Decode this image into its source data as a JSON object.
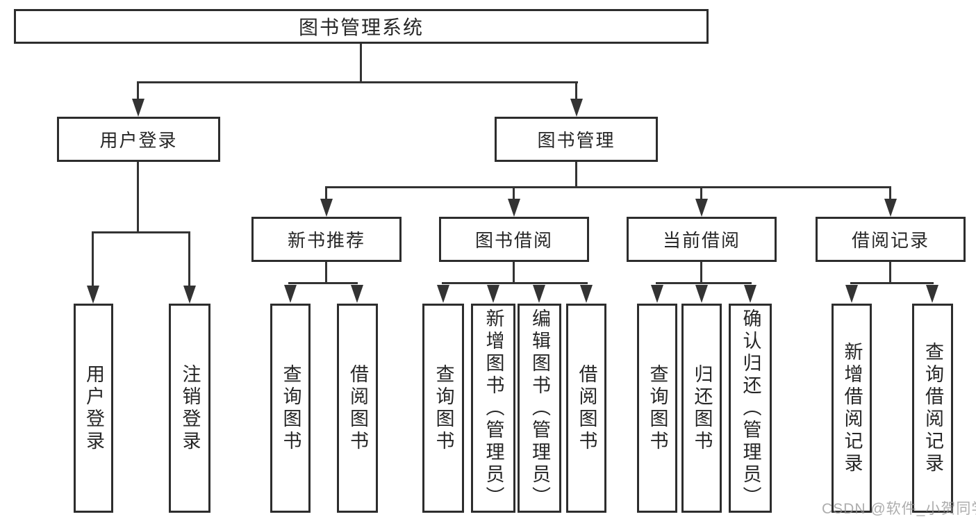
{
  "diagram": {
    "type": "hierarchy-tree",
    "title": "图书管理系统"
  },
  "nodes": {
    "root": {
      "label": "图书管理系统"
    },
    "user_login": {
      "label": "用户登录"
    },
    "book_management": {
      "label": "图书管理"
    },
    "new_book_recommend": {
      "label": "新书推荐"
    },
    "book_borrowing": {
      "label": "图书借阅"
    },
    "current_borrowing": {
      "label": "当前借阅"
    },
    "borrowing_records": {
      "label": "借阅记录"
    },
    "login_leaf": {
      "label": "用户登录"
    },
    "logout_leaf": {
      "label": "注销登录"
    },
    "recommend_query_book": {
      "label": "查询图书"
    },
    "recommend_borrow_book": {
      "label": "借阅图书"
    },
    "borrowing_query_book": {
      "label": "查询图书"
    },
    "borrowing_add_book": {
      "label": "新增图书（管理员）"
    },
    "borrowing_edit_book": {
      "label": "编辑图书（管理员）"
    },
    "borrowing_borrow_book": {
      "label": "借阅图书"
    },
    "current_query_book": {
      "label": "查询图书"
    },
    "current_return_book": {
      "label": "归还图书"
    },
    "current_confirm_return": {
      "label": "确认归还（管理员）"
    },
    "records_add_record": {
      "label": "新增借阅记录"
    },
    "records_query_record": {
      "label": "查询借阅记录"
    }
  },
  "hierarchy": {
    "图书管理系统": {
      "用户登录": [
        "用户登录",
        "注销登录"
      ],
      "图书管理": {
        "新书推荐": [
          "查询图书",
          "借阅图书"
        ],
        "图书借阅": [
          "查询图书",
          "新增图书（管理员）",
          "编辑图书（管理员）",
          "借阅图书"
        ],
        "当前借阅": [
          "查询图书",
          "归还图书",
          "确认归还（管理员）"
        ],
        "借阅记录": [
          "新增借阅记录",
          "查询借阅记录"
        ]
      }
    }
  },
  "watermark": {
    "text": "CSDN @软件_小贺同学"
  },
  "colors": {
    "background": "#ffffff",
    "box_border": "#2d2d2d",
    "connector_line": "#333333",
    "text": "#262626",
    "watermark_text": "#919191"
  }
}
